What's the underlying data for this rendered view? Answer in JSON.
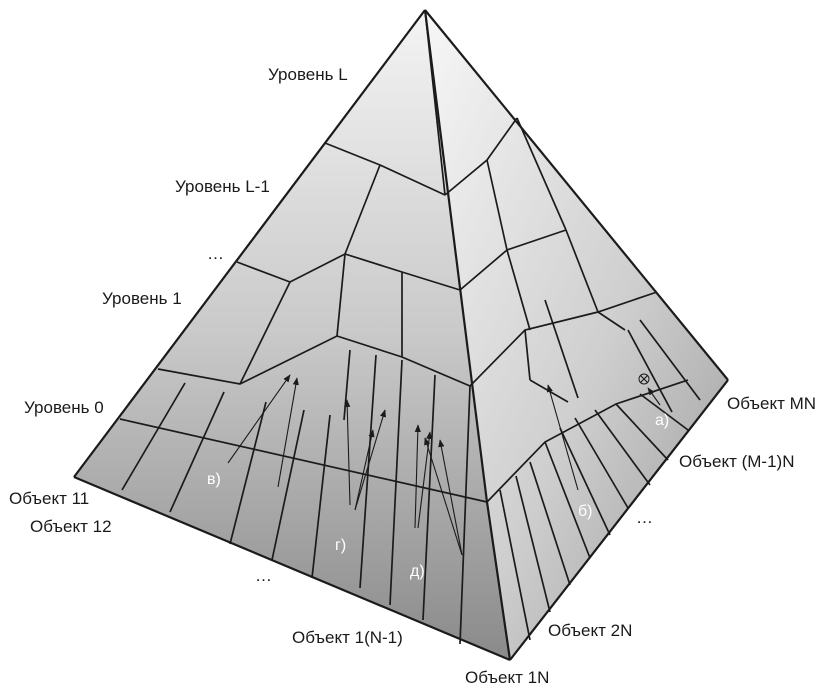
{
  "levels": {
    "level_L": "Уровень L",
    "level_L_minus_1": "Уровень L-1",
    "ellipsis": "…",
    "level_1": "Уровень 1",
    "level_0": "Уровень 0"
  },
  "objects_left": {
    "obj_11": "Объект 11",
    "obj_12": "Объект 12",
    "ellipsis": "…",
    "obj_1_n_minus_1": "Объект 1(N-1)"
  },
  "objects_right": {
    "obj_1n": "Объект 1N",
    "obj_2n": "Объект 2N",
    "ellipsis": "…",
    "obj_m_minus_1_n": "Объект (M-1)N",
    "obj_mn": "Объект MN"
  },
  "markers": {
    "a": "а)",
    "b": "б)",
    "v": "в)",
    "g": "г)",
    "d": "д)"
  }
}
